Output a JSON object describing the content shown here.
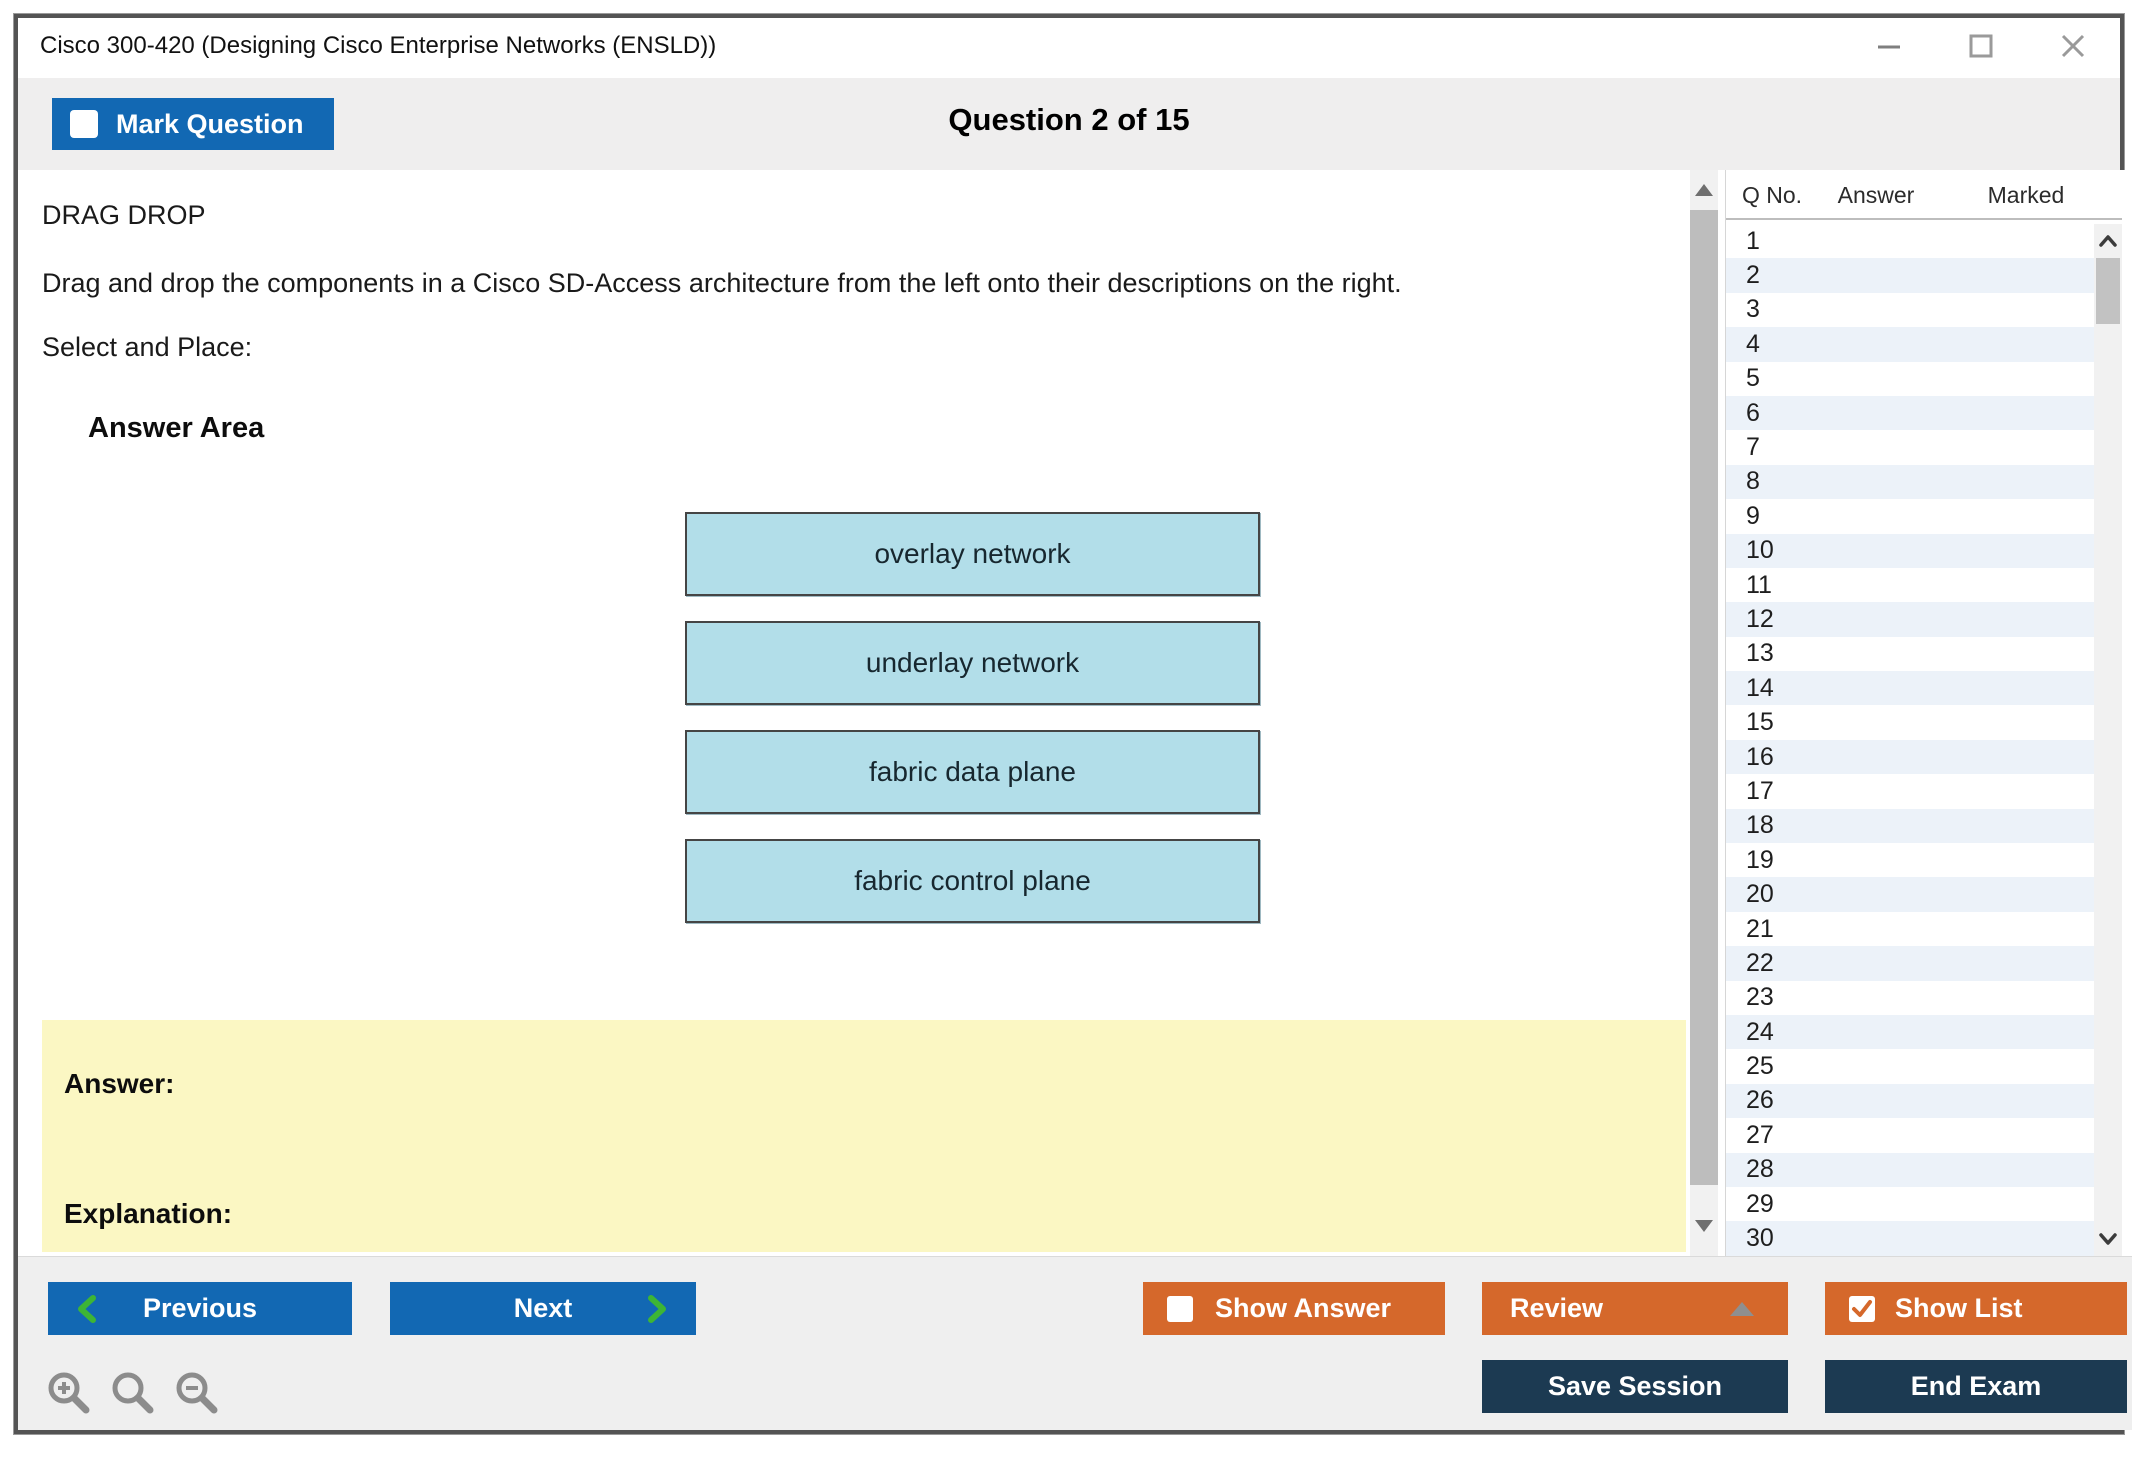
{
  "window": {
    "title": "Cisco 300-420 (Designing Cisco Enterprise Networks (ENSLD))"
  },
  "header": {
    "mark_question_label": "Mark Question",
    "question_counter": "Question 2 of 15"
  },
  "question": {
    "type_label": "DRAG DROP",
    "prompt": "Drag and drop the components in a Cisco SD-Access architecture from the left onto their descriptions on the right.",
    "select_place_label": "Select and Place:",
    "answer_area_label": "Answer Area",
    "drag_items": [
      "overlay network",
      "underlay network",
      "fabric data plane",
      "fabric control plane"
    ],
    "answer_label": "Answer:",
    "explanation_label": "Explanation:"
  },
  "sidebar": {
    "columns": {
      "qno": "Q No.",
      "answer": "Answer",
      "marked": "Marked"
    },
    "rows": [
      "1",
      "2",
      "3",
      "4",
      "5",
      "6",
      "7",
      "8",
      "9",
      "10",
      "11",
      "12",
      "13",
      "14",
      "15",
      "16",
      "17",
      "18",
      "19",
      "20",
      "21",
      "22",
      "23",
      "24",
      "25",
      "26",
      "27",
      "28",
      "29",
      "30"
    ]
  },
  "footer": {
    "previous_label": "Previous",
    "next_label": "Next",
    "show_answer_label": "Show Answer",
    "review_label": "Review",
    "show_list_label": "Show List",
    "save_session_label": "Save Session",
    "end_exam_label": "End Exam"
  },
  "icons": {
    "minimize": "minus-glyph",
    "maximize": "square-glyph",
    "close": "x-glyph",
    "previous": "green-chevron-left",
    "next": "green-chevron-right",
    "review_collapse": "gray-triangle-up",
    "show_list_check": "orange-checkmark",
    "zoom": [
      "magnifier-plus",
      "magnifier",
      "magnifier-minus"
    ]
  },
  "colors": {
    "accent_blue": "#1268b3",
    "accent_orange": "#d5682b",
    "accent_navy": "#1c3a52",
    "chevron_green": "#3db535",
    "drag_box_fill": "#b2dee9",
    "highlight_yellow": "#fbf7c3",
    "row_stripe": "#ecf2f9"
  }
}
